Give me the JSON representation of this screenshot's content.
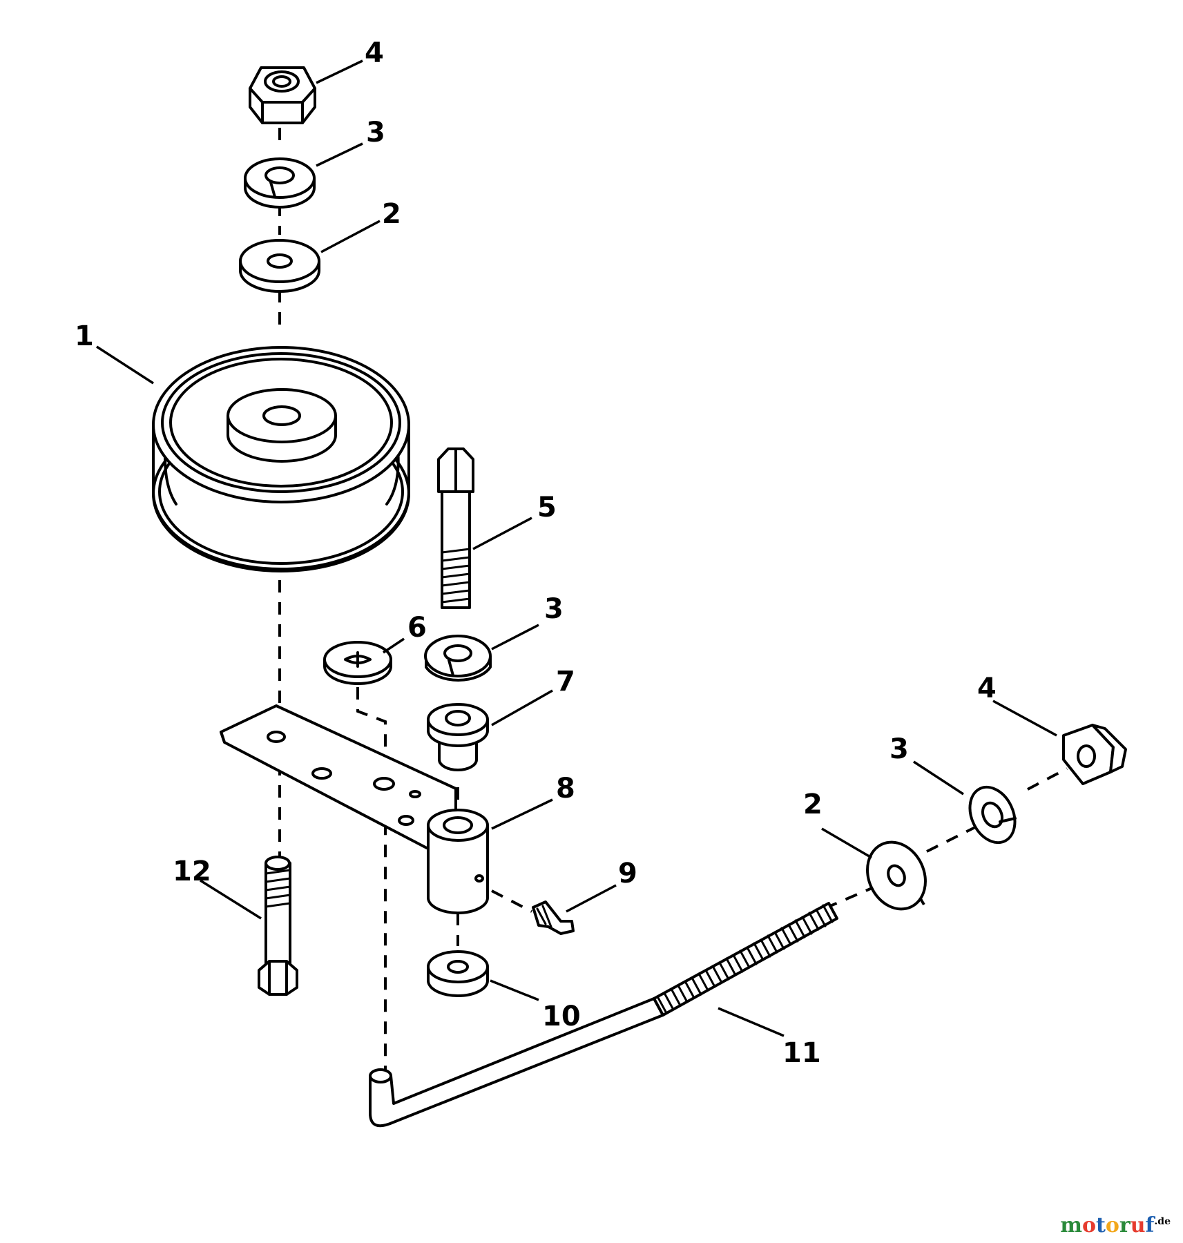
{
  "callouts": {
    "pulley": "1",
    "flat_washer_top": "2",
    "lock_washer_top": "3",
    "nut_top": "4",
    "bolt_top": "5",
    "disc": "6",
    "lock_washer_mid": "3",
    "bushing": "7",
    "arm": "8",
    "grease_fitting": "9",
    "spacer": "10",
    "rod": "11",
    "bolt_bottom": "12",
    "flat_washer_right": "2",
    "lock_washer_right": "3",
    "nut_right": "4"
  },
  "watermark": {
    "text": "motoruf",
    "suffix": ".de",
    "colors": [
      "#2a8a3a",
      "#e63b2e",
      "#1d5fb0",
      "#f2a71b",
      "#2a8a3a",
      "#e63b2e",
      "#1d5fb0"
    ]
  }
}
